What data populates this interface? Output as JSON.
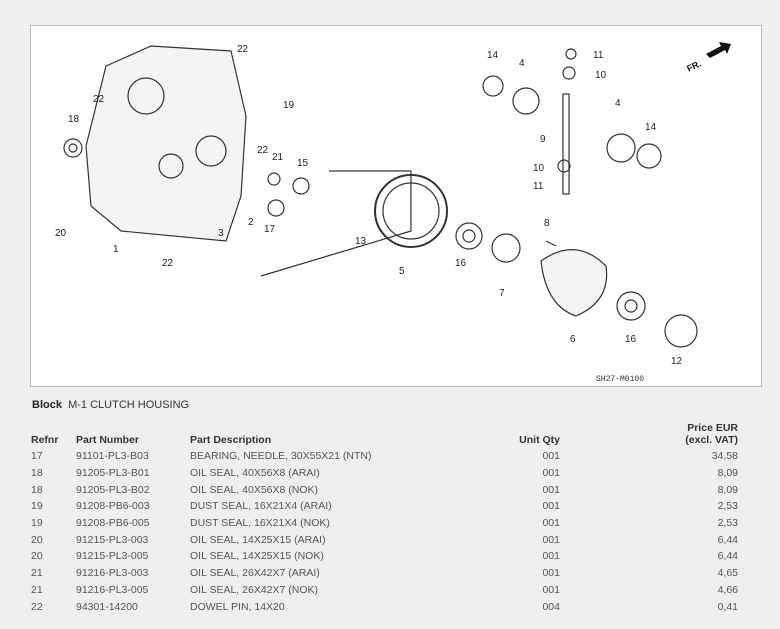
{
  "diagram": {
    "code": "SH27-M0100",
    "direction_label": "FR.",
    "callouts": [
      "22",
      "22",
      "19",
      "18",
      "22",
      "21",
      "15",
      "20",
      "1",
      "3",
      "2",
      "17",
      "22",
      "13",
      "5",
      "16",
      "7",
      "14",
      "4",
      "11",
      "10",
      "9",
      "4",
      "14",
      "10",
      "11",
      "8",
      "6",
      "16",
      "12"
    ]
  },
  "block": {
    "label": "Block",
    "name": "M-1 CLUTCH HOUSING"
  },
  "table": {
    "headers": {
      "refnr": "Refnr",
      "part_number": "Part Number",
      "description": "Part Description",
      "unit_qty": "Unit Qty",
      "price_line1": "Price EUR",
      "price_line2": "(excl. VAT)"
    },
    "rows": [
      [
        "17",
        "91101-PL3-B03",
        "BEARING, NEEDLE, 30X55X21 (NTN)",
        "001",
        "34,58"
      ],
      [
        "18",
        "91205-PL3-B01",
        "OIL SEAL, 40X56X8 (ARAI)",
        "001",
        "8,09"
      ],
      [
        "18",
        "91205-PL3-B02",
        "OIL SEAL, 40X56X8 (NOK)",
        "001",
        "8,09"
      ],
      [
        "19",
        "91208-PB6-003",
        "DUST SEAL, 16X21X4 (ARAI)",
        "001",
        "2,53"
      ],
      [
        "19",
        "91208-PB6-005",
        "DUST SEAL, 16X21X4 (NOK)",
        "001",
        "2,53"
      ],
      [
        "20",
        "91215-PL3-003",
        "OIL SEAL, 14X25X15 (ARAI)",
        "001",
        "6,44"
      ],
      [
        "20",
        "91215-PL3-005",
        "OIL SEAL, 14X25X15 (NOK)",
        "001",
        "6,44"
      ],
      [
        "21",
        "91216-PL3-003",
        "OIL SEAL, 26X42X7 (ARAI)",
        "001",
        "4,65"
      ],
      [
        "21",
        "91216-PL3-005",
        "OIL SEAL, 26X42X7 (NOK)",
        "001",
        "4,66"
      ],
      [
        "22",
        "94301-14200",
        "DOWEL PIN, 14X20",
        "004",
        "0,41"
      ]
    ]
  }
}
